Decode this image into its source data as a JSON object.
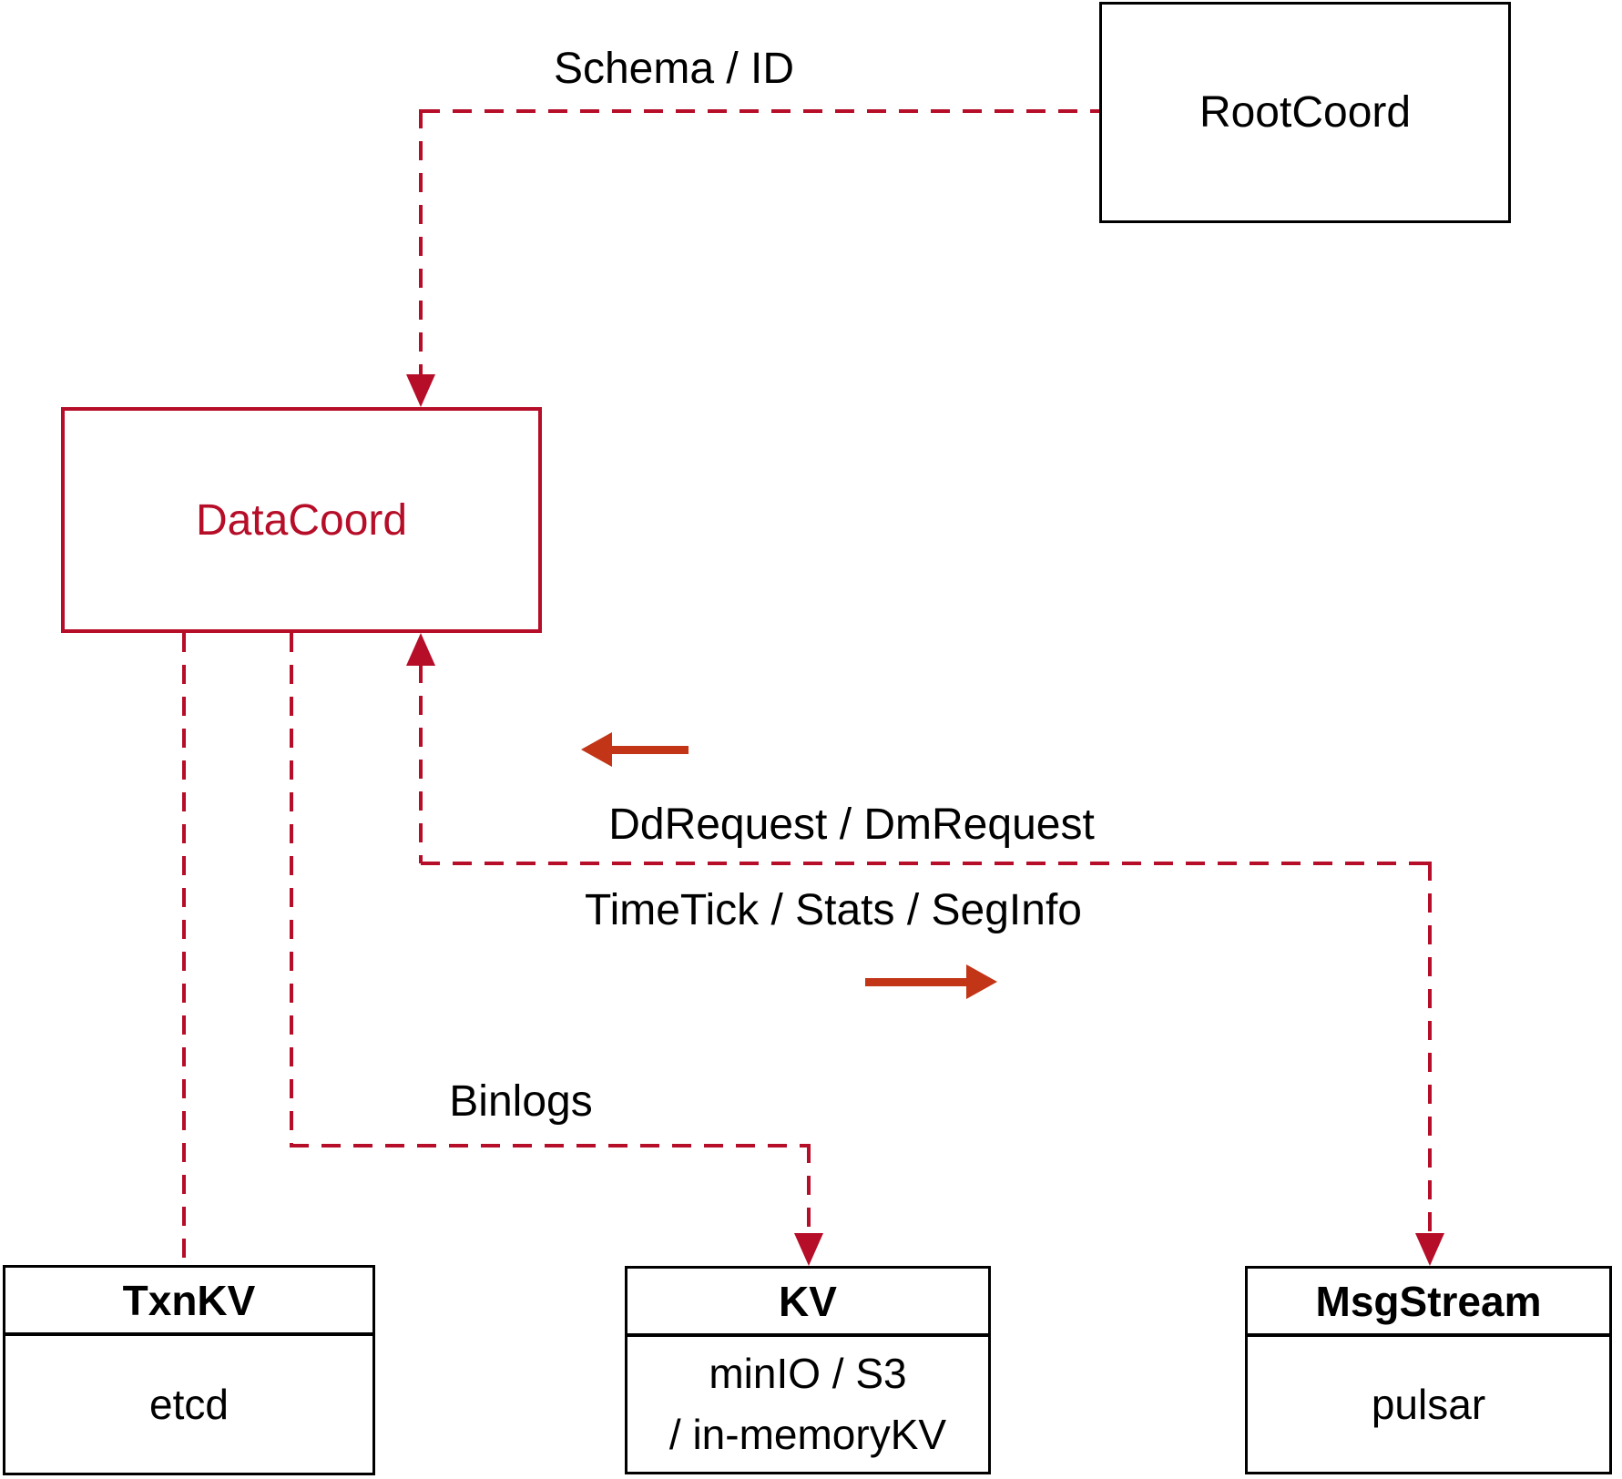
{
  "colors": {
    "crimson": "#b60d28",
    "vermilion": "#c23517",
    "ink": "#000000",
    "paper": "#ffffff"
  },
  "nodes": {
    "rootcoord": {
      "label": "RootCoord"
    },
    "datacoord": {
      "label": "DataCoord"
    },
    "txnkv": {
      "title": "TxnKV",
      "body": "etcd"
    },
    "kv": {
      "title": "KV",
      "body_line1": "minIO / S3",
      "body_line2": "/ in-memoryKV"
    },
    "msgstream": {
      "title": "MsgStream",
      "body": "pulsar"
    }
  },
  "edges": {
    "schema_label": "Schema / ID",
    "ddrequest_label": "DdRequest / DmRequest",
    "timetick_label": "TimeTick / Stats / SegInfo",
    "binlogs_label": "Binlogs"
  }
}
